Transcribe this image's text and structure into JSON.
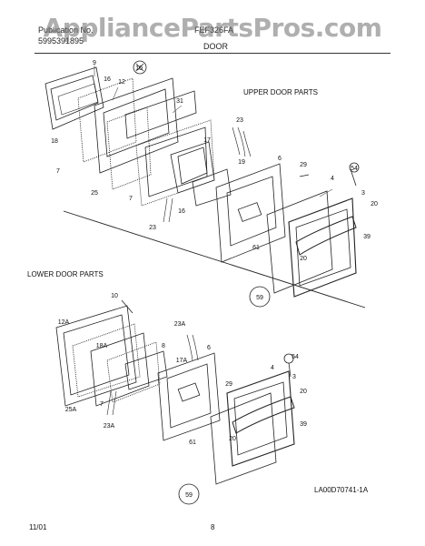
{
  "header": {
    "publication_label": "Publication No.",
    "publication_number": "5995391895",
    "model": "FEF326FA",
    "section": "DOOR"
  },
  "watermark": "AppliancePartsPros.com",
  "sections": {
    "upper": "UPPER DOOR PARTS",
    "lower": "LOWER DOOR PARTS"
  },
  "callouts": {
    "upper": [
      "9",
      "10",
      "12",
      "16",
      "18",
      "7",
      "25",
      "31",
      "23",
      "19",
      "17",
      "7",
      "16",
      "23",
      "6",
      "29",
      "54",
      "4",
      "3",
      "20",
      "61",
      "20",
      "39",
      "59"
    ],
    "lower": [
      "10",
      "12A",
      "18A",
      "25A",
      "7",
      "23A",
      "23A",
      "8",
      "17A",
      "6",
      "29",
      "4",
      "54",
      "3",
      "20",
      "61",
      "20",
      "39",
      "59"
    ]
  },
  "figure_code": "LA00D70741-1A",
  "footer": {
    "date": "11/01",
    "page": "8"
  }
}
